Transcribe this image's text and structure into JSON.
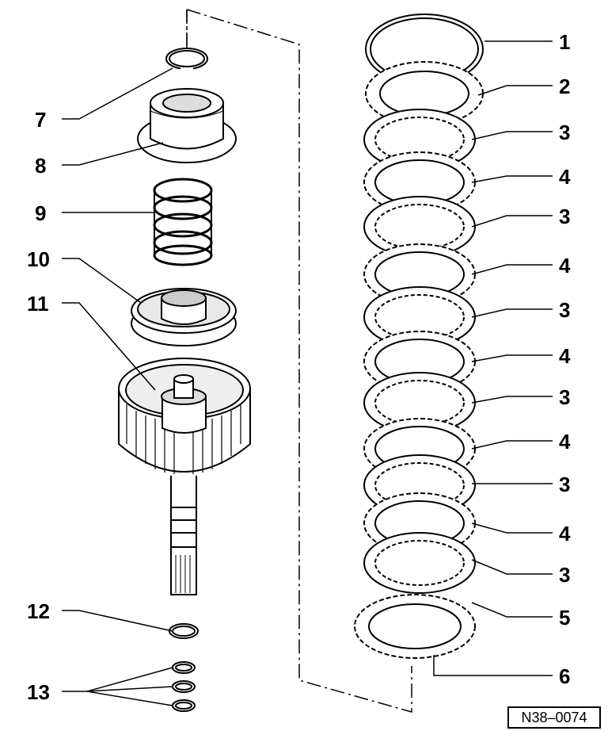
{
  "diagram": {
    "reference": "N38–0074",
    "callouts": {
      "c1": "1",
      "c2": "2",
      "c3a": "3",
      "c3b": "3",
      "c3c": "3",
      "c3d": "3",
      "c3e": "3",
      "c3f": "3",
      "c4a": "4",
      "c4b": "4",
      "c4c": "4",
      "c4d": "4",
      "c4e": "4",
      "c5": "5",
      "c6": "6",
      "c7": "7",
      "c8": "8",
      "c9": "9",
      "c10": "10",
      "c11": "11",
      "c12": "12",
      "c13": "13"
    }
  }
}
